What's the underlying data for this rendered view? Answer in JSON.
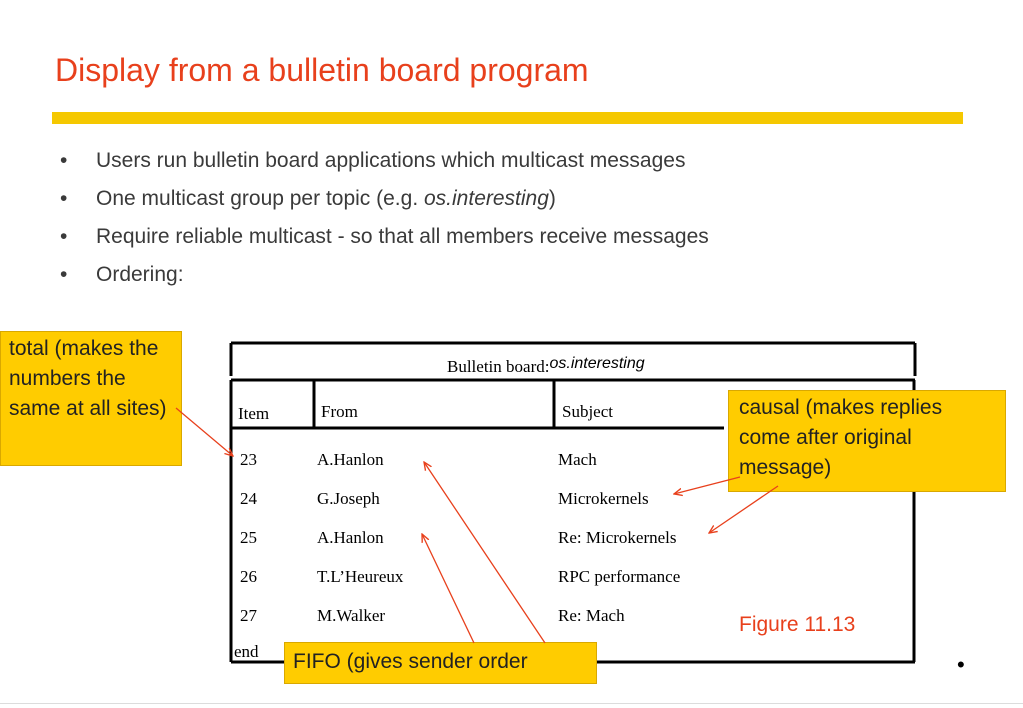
{
  "title": "Display from a bulletin board program",
  "bullets": [
    {
      "text": "Users run bulletin board applications which multicast messages"
    },
    {
      "pre": "One multicast group per topic (e.g. ",
      "italic": "os.interesting",
      "post": ")"
    },
    {
      "text": "Require reliable multicast - so that all members receive messages"
    },
    {
      "text": "Ordering:"
    }
  ],
  "board": {
    "caption_prefix": "Bulletin board:",
    "caption_topic": "os.interesting",
    "headers": {
      "item": "Item",
      "from": "From",
      "subject": "Subject"
    },
    "rows": [
      {
        "item": "23",
        "from": "A.Hanlon",
        "subject": "Mach"
      },
      {
        "item": "24",
        "from": "G.Joseph",
        "subject": "Microkernels"
      },
      {
        "item": "25",
        "from": "A.Hanlon",
        "subject": "Re: Microkernels"
      },
      {
        "item": "26",
        "from": "T.L’Heureux",
        "subject": "RPC performance"
      },
      {
        "item": "27",
        "from": "M.Walker",
        "subject": "Re: Mach"
      }
    ],
    "end_label": "end"
  },
  "callouts": {
    "total": "total (makes the numbers the same at all sites)",
    "causal": "causal (makes replies come after original message)",
    "fifo": "FIFO (gives sender order"
  },
  "figure_label": "Figure 11.13",
  "bullet_glyph": "•",
  "colors": {
    "accent": "#e8401c",
    "rule": "#f5c800",
    "callout": "#ffcc00"
  }
}
